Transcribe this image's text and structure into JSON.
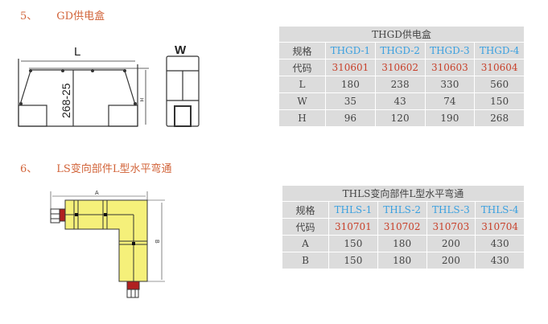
{
  "sections": [
    {
      "num": "5、",
      "title": "GD供电盒"
    },
    {
      "num": "6、",
      "title": "LS变向部件L型水平弯通"
    }
  ],
  "diagram1": {
    "dim_l": "L",
    "dim_w": "W",
    "dim_h": "H",
    "height_note": "268-25"
  },
  "diagram2": {
    "dim_a": "A",
    "dim_b": "B"
  },
  "colors": {
    "heading": "#d2643a",
    "model": "#3aa0e0",
    "code": "#c8402a",
    "yellow": "#f5f07a",
    "connector": "#b02020"
  },
  "table1": {
    "title": "THGD供电盒",
    "rows": [
      [
        "规格",
        "THGD-1",
        "THGD-2",
        "THGD-3",
        "THGD-4"
      ],
      [
        "代码",
        "310601",
        "310602",
        "310603",
        "310604"
      ],
      [
        "L",
        "180",
        "238",
        "330",
        "560"
      ],
      [
        "W",
        "35",
        "43",
        "74",
        "150"
      ],
      [
        "H",
        "96",
        "120",
        "190",
        "268"
      ]
    ]
  },
  "table2": {
    "title": "THLS变向部件L型水平弯通",
    "rows": [
      [
        "规格",
        "THLS-1",
        "THLS-2",
        "THLS-3",
        "THLS-4"
      ],
      [
        "代码",
        "310701",
        "310702",
        "310703",
        "310704"
      ],
      [
        "A",
        "150",
        "180",
        "200",
        "430"
      ],
      [
        "B",
        "150",
        "180",
        "200",
        "430"
      ]
    ]
  }
}
